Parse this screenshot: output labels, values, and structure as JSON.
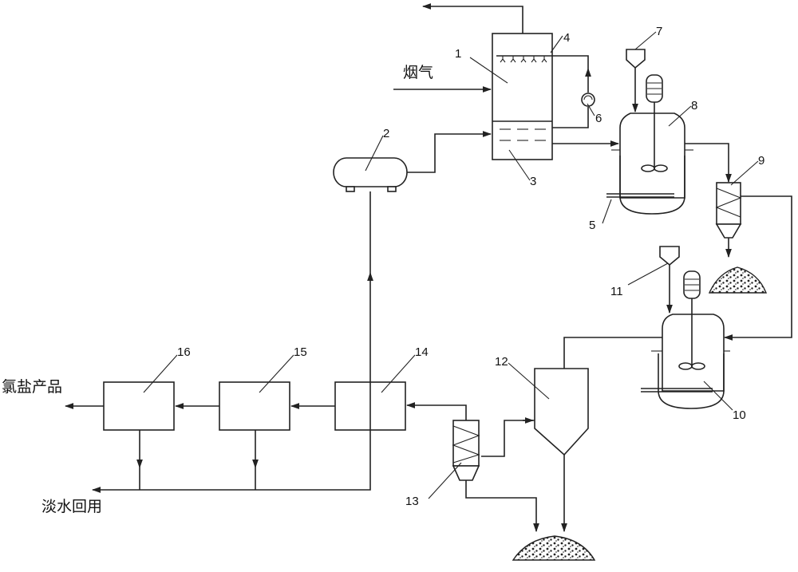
{
  "labels": {
    "flue_gas": "烟气",
    "chloride_salt_product": "氯盐产品",
    "fresh_water_reuse": "淡水回用"
  },
  "numbers": [
    "1",
    "2",
    "3",
    "4",
    "5",
    "6",
    "7",
    "8",
    "9",
    "10",
    "11",
    "12",
    "13",
    "14",
    "15",
    "16"
  ]
}
